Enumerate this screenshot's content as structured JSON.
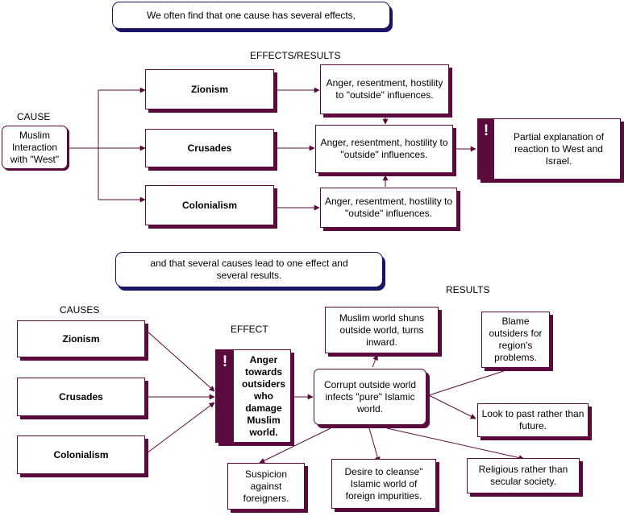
{
  "top": {
    "intro": "We often find that one cause has several effects,",
    "cause_label": "CAUSE",
    "effects_label": "EFFECTS/RESULTS",
    "cause_box": "Muslim Interaction with \"West\"",
    "causes": [
      "Zionism",
      "Crusades",
      "Colonialism"
    ],
    "results": [
      "Anger, resentment, hostility to \"outside\" influences.",
      "Anger, resentment, hostility to \"outside\" influences.",
      "Anger, resentment, hostility to \"outside\" influences."
    ],
    "conclusion_mark": "!",
    "conclusion": "Partial explanation of reaction to West and Israel."
  },
  "bottom": {
    "intro": "and that several causes lead to one effect and several results.",
    "causes_label": "CAUSES",
    "effect_label": "EFFECT",
    "results_label": "RESULTS",
    "causes": [
      "Zionism",
      "Crusades",
      "Colonialism"
    ],
    "effect_mark": "!",
    "effect": "Anger towards outsiders who damage Muslim world.",
    "center": "Corrupt outside world infects \"pure\" Islamic world.",
    "results": {
      "shuns": "Muslim world shuns outside world, turns inward.",
      "blame": "Blame outsiders for region's problems.",
      "past": "Look to past rather than future.",
      "religious": "Religious rather than secular society.",
      "cleanse": "Desire to cleanse\" Islamic world of foreign impurities.",
      "suspicion": "Suspicion against foreigners."
    }
  },
  "colors": {
    "line": "#5a0a3c",
    "note_border": "#1a1466"
  }
}
